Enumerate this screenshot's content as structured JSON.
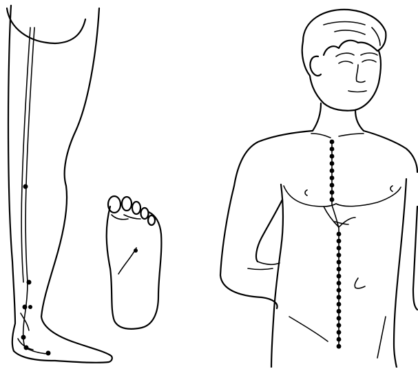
{
  "figure": {
    "panels": [
      "leg-side-view",
      "foot-sole",
      "male-torso-front"
    ],
    "ink_color": "#000000",
    "background": "#ffffff"
  }
}
